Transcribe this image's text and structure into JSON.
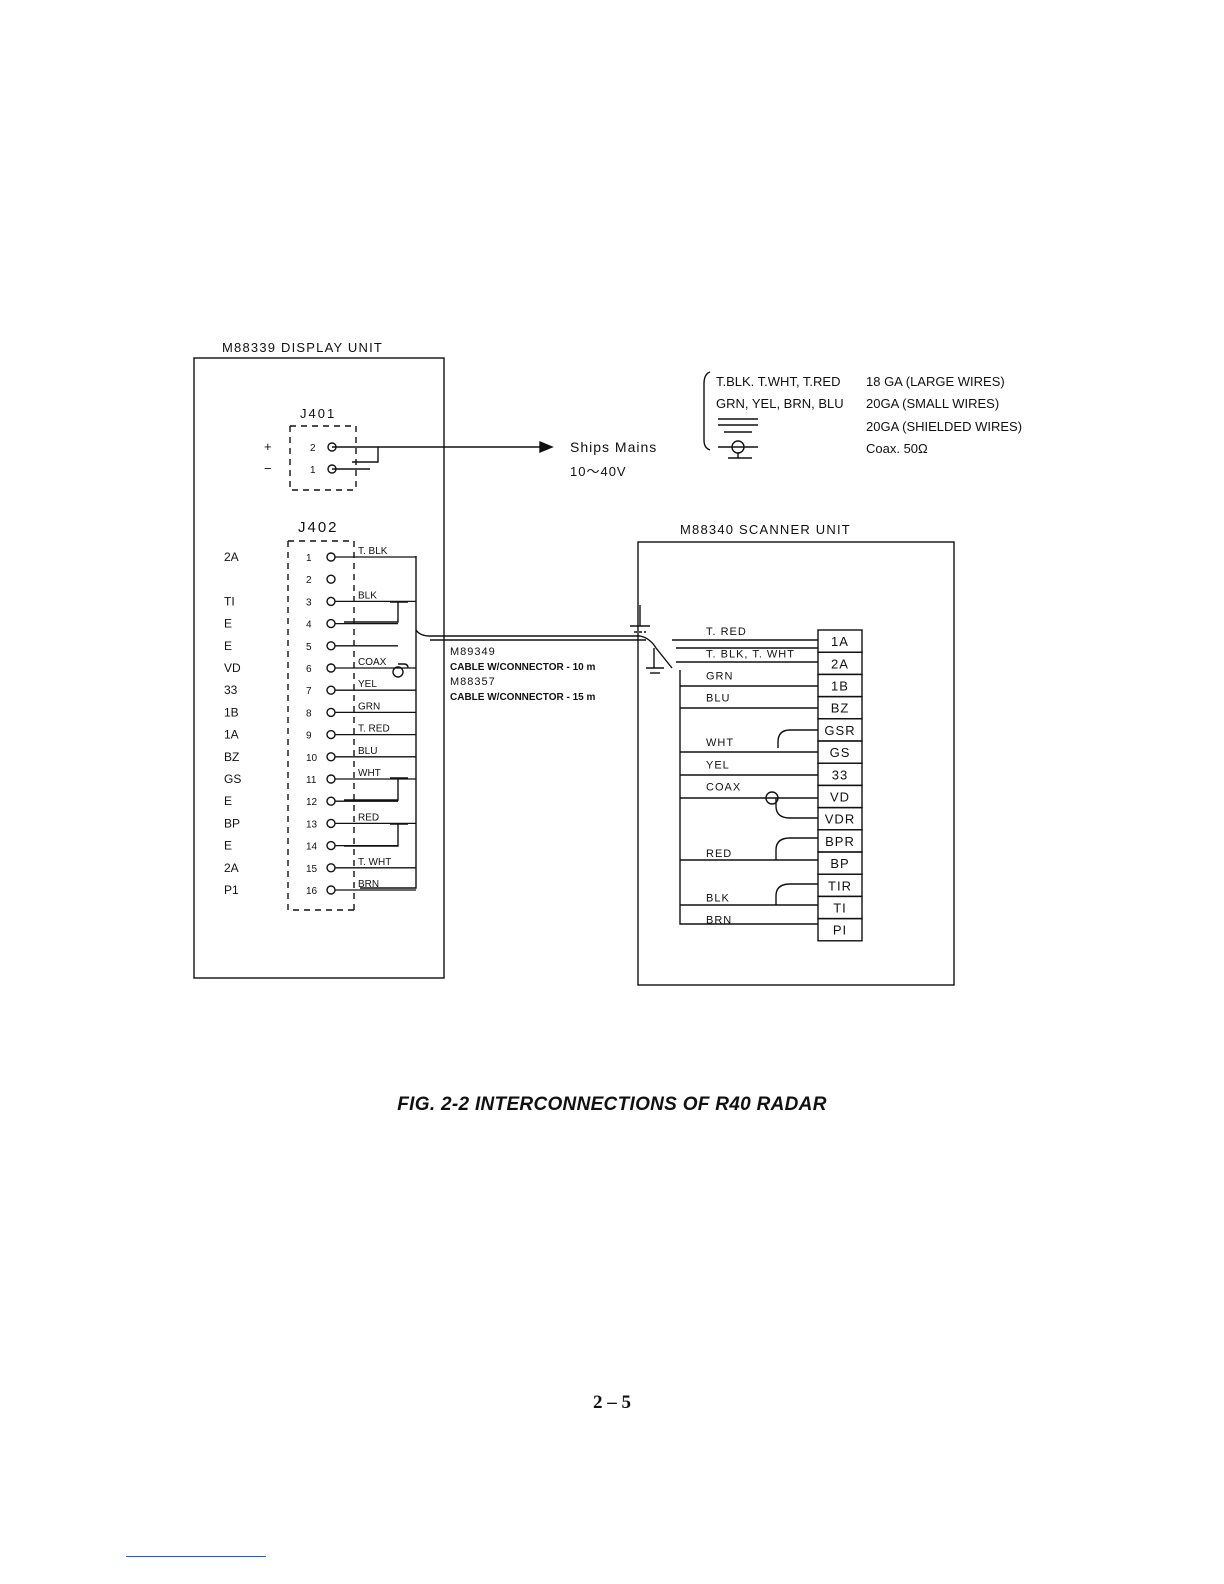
{
  "display_unit": {
    "title": "M88339 DISPLAY UNIT",
    "j401": {
      "label": "J401",
      "pins": [
        {
          "sign": "+",
          "num": "2"
        },
        {
          "sign": "−",
          "num": "1"
        }
      ]
    },
    "j402": {
      "label": "J402",
      "pins": [
        {
          "num": "1",
          "signal": "2A",
          "wire": "T. BLK"
        },
        {
          "num": "2",
          "signal": "",
          "wire": ""
        },
        {
          "num": "3",
          "signal": "TI",
          "wire": "BLK"
        },
        {
          "num": "4",
          "signal": "E",
          "wire": ""
        },
        {
          "num": "5",
          "signal": "E",
          "wire": ""
        },
        {
          "num": "6",
          "signal": "VD",
          "wire": "COAX"
        },
        {
          "num": "7",
          "signal": "33",
          "wire": "YEL"
        },
        {
          "num": "8",
          "signal": "1B",
          "wire": "GRN"
        },
        {
          "num": "9",
          "signal": "1A",
          "wire": "T. RED"
        },
        {
          "num": "10",
          "signal": "BZ",
          "wire": "BLU"
        },
        {
          "num": "11",
          "signal": "GS",
          "wire": "WHT"
        },
        {
          "num": "12",
          "signal": "E",
          "wire": ""
        },
        {
          "num": "13",
          "signal": "BP",
          "wire": "RED"
        },
        {
          "num": "14",
          "signal": "E",
          "wire": ""
        },
        {
          "num": "15",
          "signal": "2A",
          "wire": "T. WHT"
        },
        {
          "num": "16",
          "signal": "P1",
          "wire": "BRN"
        }
      ]
    }
  },
  "mains": {
    "label": "Ships Mains",
    "voltage": "10～40V"
  },
  "legend": [
    {
      "wires": "T.BLK. T.WHT, T.RED",
      "spec": "18 GA (LARGE WIRES)",
      "symbol": "text"
    },
    {
      "wires": "GRN, YEL, BRN, BLU",
      "spec": "20GA (SMALL WIRES)",
      "symbol": "text"
    },
    {
      "wires": "",
      "spec": "20GA (SHIELDED WIRES)",
      "symbol": "shield"
    },
    {
      "wires": "",
      "spec": "Coax. 50Ω",
      "symbol": "coax"
    }
  ],
  "cable": {
    "lines": [
      "M89349",
      "CABLE W/CONNECTOR - 10 m",
      "M88357",
      "CABLE W/CONNECTOR - 15 m"
    ]
  },
  "scanner_unit": {
    "title": "M88340 SCANNER UNIT",
    "terminals": [
      "1A",
      "2A",
      "1B",
      "BZ",
      "GSR",
      "GS",
      "33",
      "VD",
      "VDR",
      "BPR",
      "BP",
      "TIR",
      "TI",
      "PI"
    ],
    "wires": [
      {
        "label": "T. RED",
        "terminal": "1A"
      },
      {
        "label": "T. BLK, T. WHT",
        "terminal": "2A"
      },
      {
        "label": "GRN",
        "terminal": "1B"
      },
      {
        "label": "BLU",
        "terminal": "BZ"
      },
      {
        "label": "WHT",
        "terminal": "GS"
      },
      {
        "label": "YEL",
        "terminal": "33"
      },
      {
        "label": "COAX",
        "terminal": "VD"
      },
      {
        "label": "RED",
        "terminal": "BP"
      },
      {
        "label": "BLK",
        "terminal": "TI"
      },
      {
        "label": "BRN",
        "terminal": "PI"
      }
    ]
  },
  "caption": "FIG. 2-2  INTERCONNECTIONS OF R40 RADAR",
  "page_number": "2 – 5",
  "colors": {
    "ink": "#111111",
    "footer_rule": "#3355cc"
  }
}
